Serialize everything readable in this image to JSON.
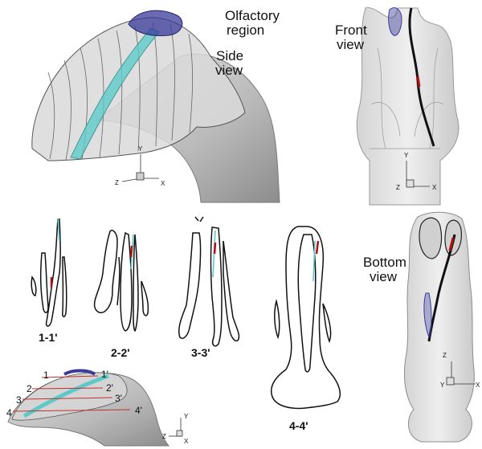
{
  "colors": {
    "tissue": "#bdbdbd",
    "airway_fill": "#e9e9e9",
    "tube": "#5fc9c9",
    "olfactory": "#3a3a9a",
    "section_outline": "#111111",
    "red_deposit": "#b01010"
  },
  "side_view": {
    "region_label_line1": "Olfactory",
    "region_label_line2": "region",
    "view_label_line1": "Side",
    "view_label_line2": "view",
    "axis_y": "Y",
    "axis_z": "Z",
    "axis_x": "X"
  },
  "front_view": {
    "view_label_line1": "Front",
    "view_label_line2": "view",
    "axis_y": "Y",
    "axis_z": "Z",
    "axis_x": "X"
  },
  "bottom_view": {
    "view_label_line1": "Bottom",
    "view_label_line2": "view",
    "axis_z": "Z",
    "axis_y": "Y",
    "axis_x": "X"
  },
  "sections": {
    "s1": "1-1'",
    "s2": "2-2'",
    "s3": "3-3'",
    "s4": "4-4'"
  },
  "cut_map": {
    "m1": "1",
    "m2": "2",
    "m3": "3",
    "m4": "4",
    "m1p": "1'",
    "m2p": "2'",
    "m3p": "3'",
    "m4p": "4'",
    "axis_y": "Y",
    "axis_z": "Z",
    "axis_x": "X"
  }
}
